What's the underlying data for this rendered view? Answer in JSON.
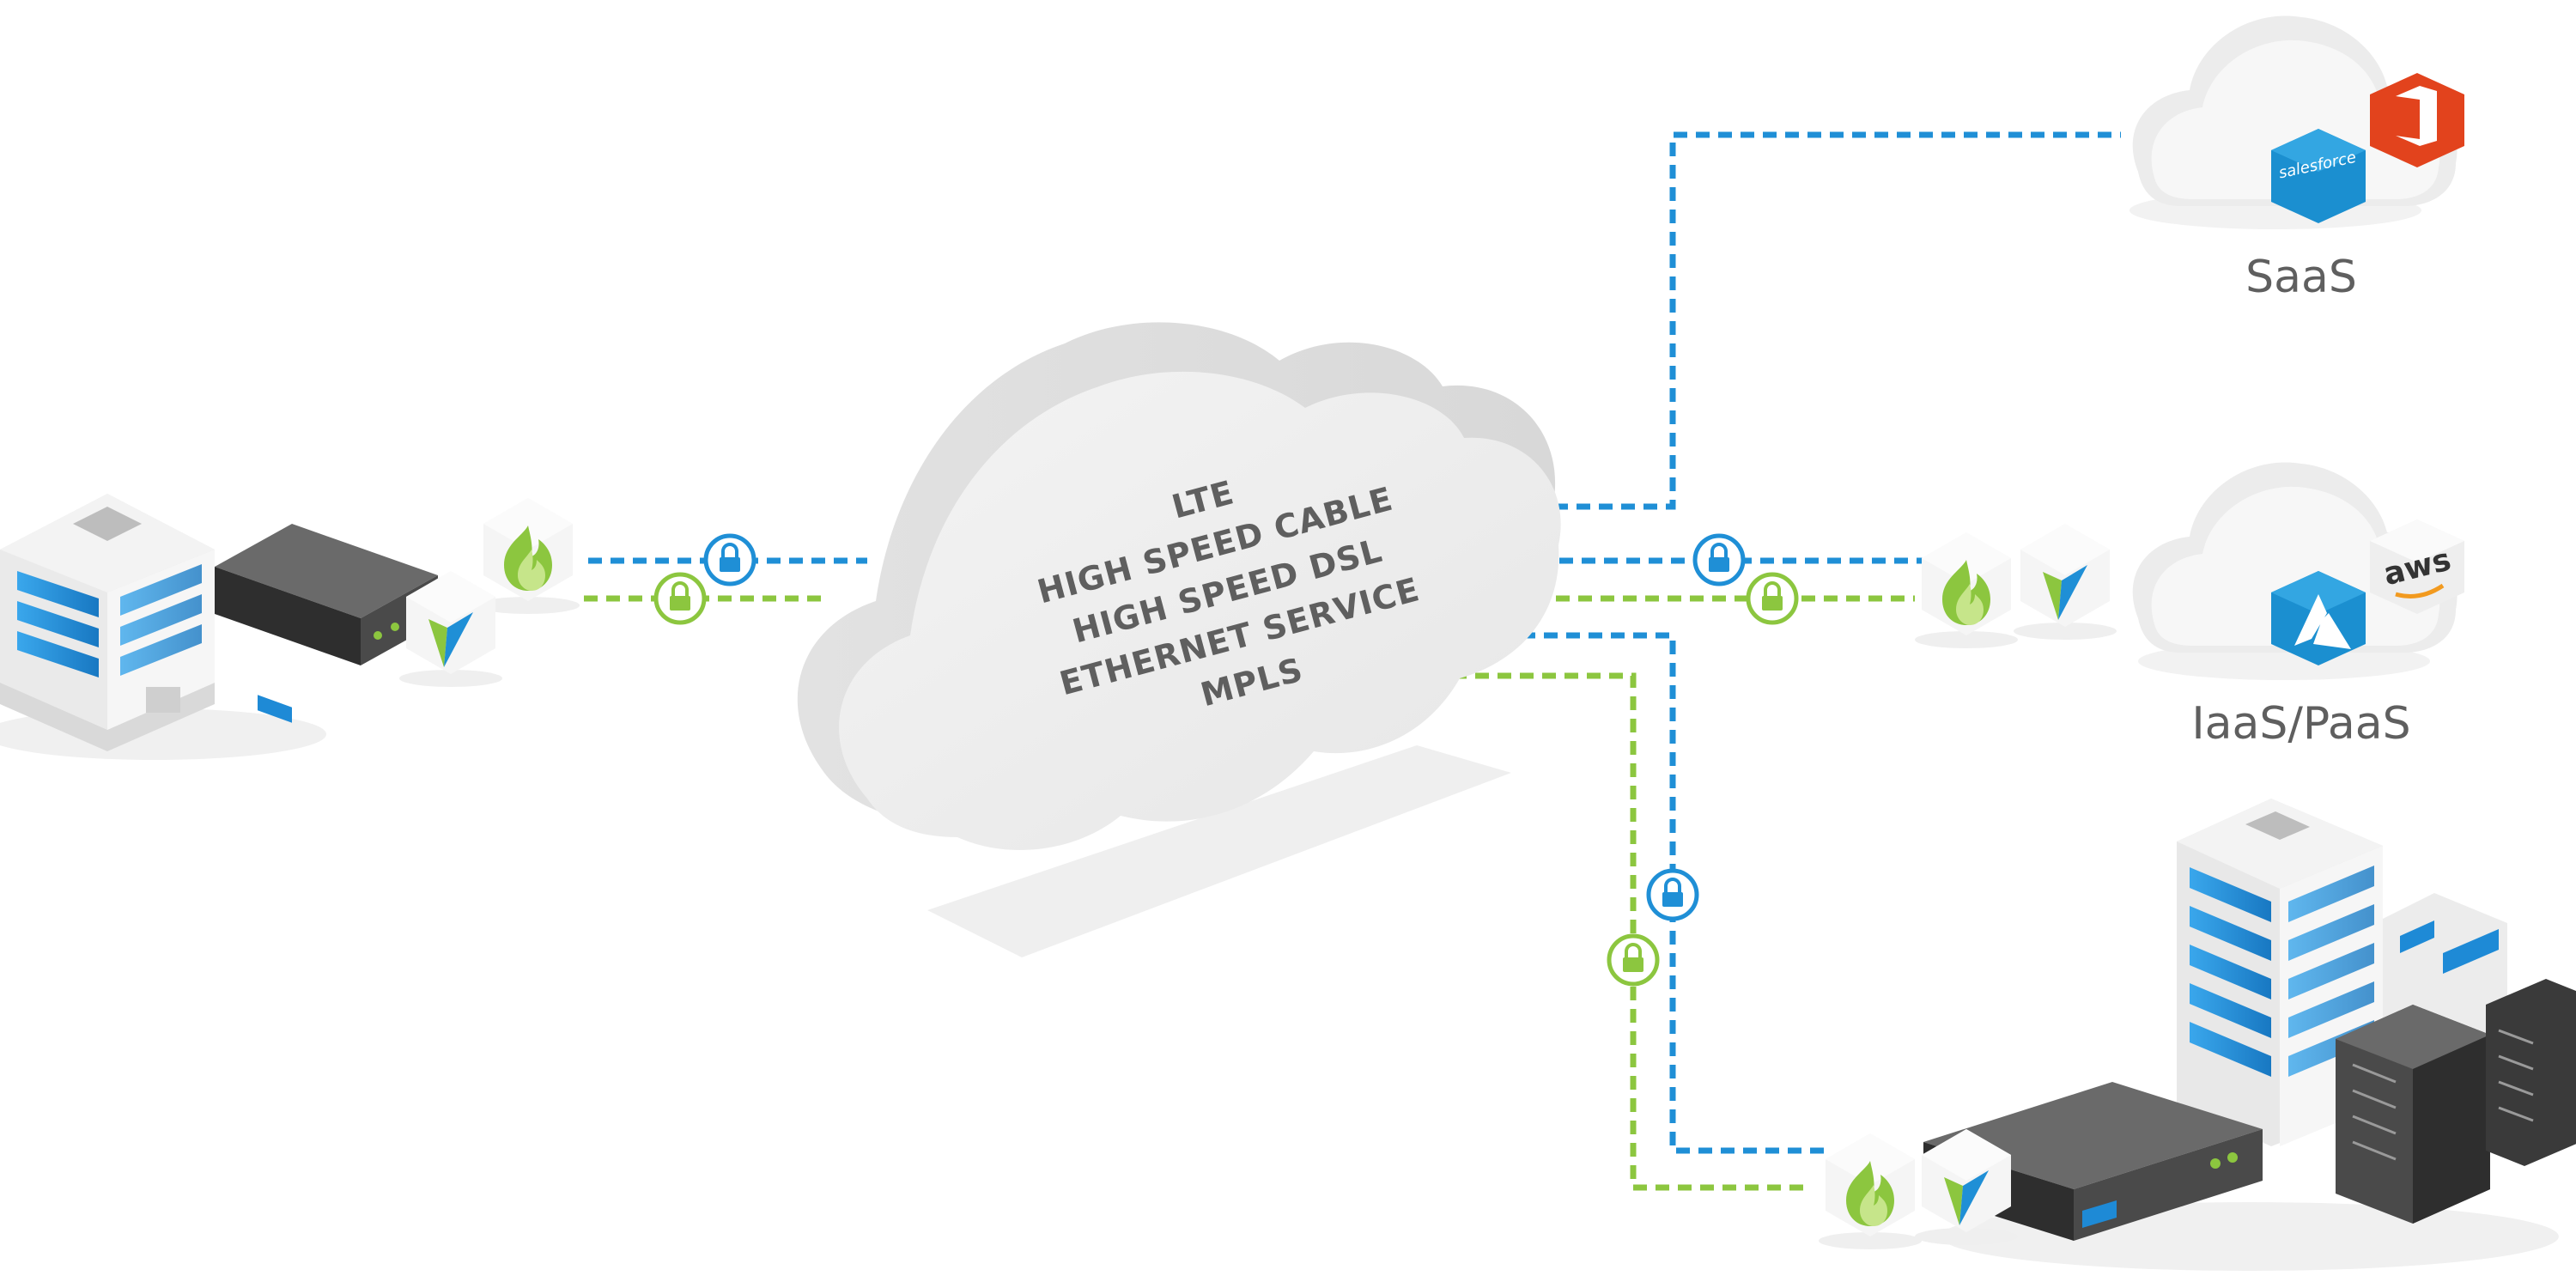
{
  "cloud": {
    "lines": [
      "LTE",
      "HIGH SPEED CABLE",
      "HIGH SPEED DSL",
      "ETHERNET SERVICE",
      "MPLS"
    ]
  },
  "saas": {
    "label": "SaaS",
    "logos": {
      "salesforce": "salesforce",
      "office": "office-icon"
    }
  },
  "iaas": {
    "label": "IaaS/PaaS",
    "logos": {
      "aws": "aws",
      "azure": "azure-icon"
    }
  },
  "colors": {
    "blue": "#1f8fd6",
    "green": "#8cc63f",
    "cloud": "#ebebeb",
    "server": "#3a3a3a",
    "window": "#1e8ad6"
  },
  "icons": [
    "lock-icon",
    "firewall-flame-icon",
    "vpn-shield-icon",
    "building-icon",
    "server-rack-icon"
  ]
}
